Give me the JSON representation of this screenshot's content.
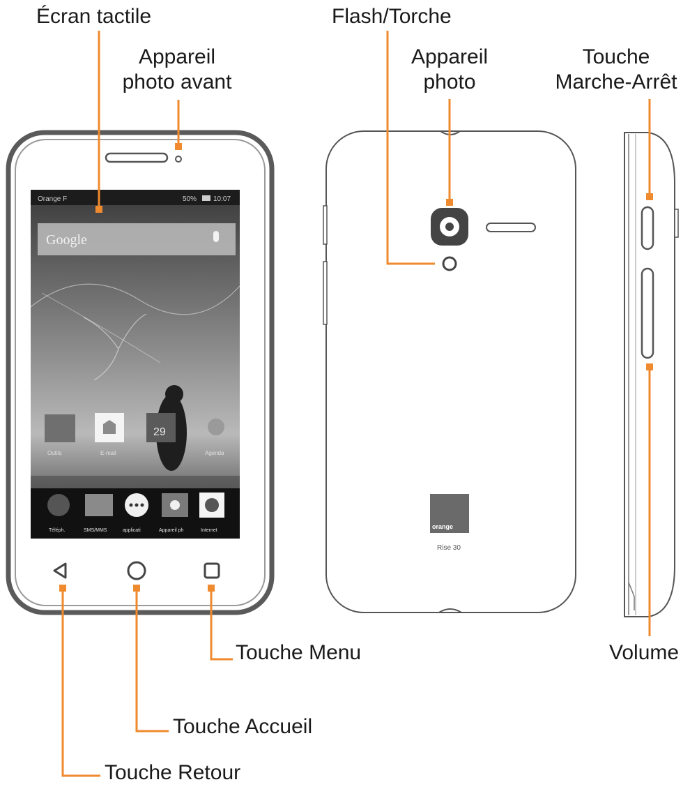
{
  "colors": {
    "accent": "#ef8a2e",
    "outline": "#555555",
    "text": "#1a1a1a"
  },
  "labels": {
    "ecran_tactile": "Écran tactile",
    "appareil_avant_1": "Appareil",
    "appareil_avant_2": "photo avant",
    "flash": "Flash/Torche",
    "appareil_photo_1": "Appareil",
    "appareil_photo_2": "photo",
    "marche_1": "Touche",
    "marche_2": "Marche-Arrêt",
    "menu": "Touche Menu",
    "accueil": "Touche Accueil",
    "retour": "Touche Retour",
    "volume": "Volume"
  },
  "screen": {
    "carrier": "Orange F",
    "status": "50%",
    "clock": "10:07",
    "search": "Google",
    "date_day": "29",
    "apps_row1": [
      "Outils",
      "E-mail",
      "",
      "Agenda"
    ],
    "dock": [
      "Téléph.",
      "SMS/MMS",
      "applicati",
      "Appareil ph",
      "Internet"
    ]
  },
  "back": {
    "brand": "orange",
    "model": "Rise 30"
  }
}
